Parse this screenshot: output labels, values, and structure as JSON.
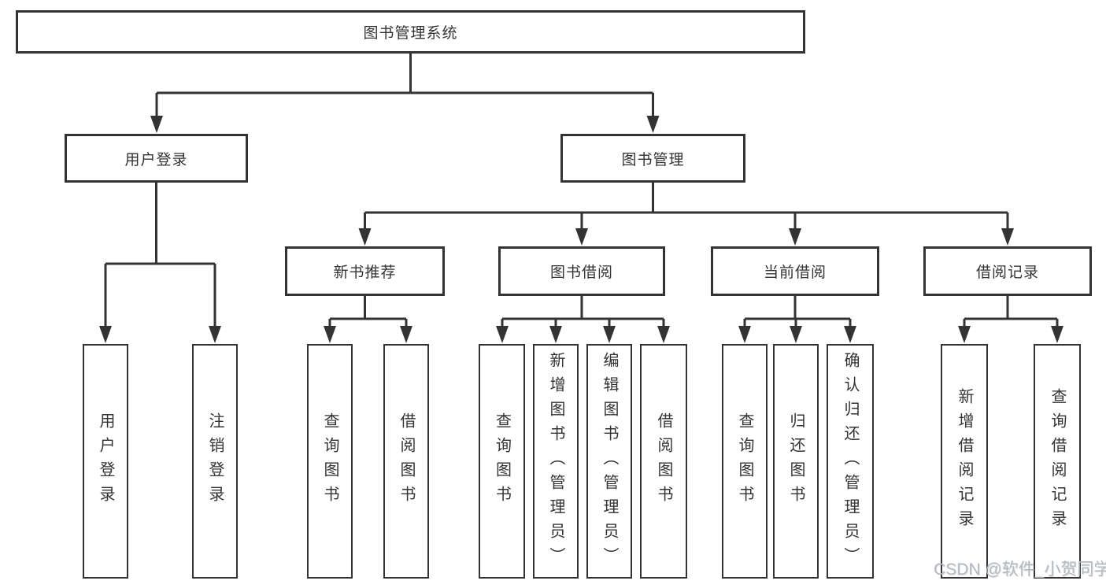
{
  "diagram": {
    "root": "图书管理系统",
    "login": {
      "label": "用户登录",
      "children": [
        "用户登录",
        "注销登录"
      ]
    },
    "management": {
      "label": "图书管理",
      "groups": [
        {
          "label": "新书推荐",
          "children": [
            "查询图书",
            "借阅图书"
          ]
        },
        {
          "label": "图书借阅",
          "children": [
            "查询图书",
            "新增图书（管理员）",
            "编辑图书（管理员）",
            "借阅图书"
          ]
        },
        {
          "label": "当前借阅",
          "children": [
            "查询图书",
            "归还图书",
            "确认归还（管理员）"
          ]
        },
        {
          "label": "借阅记录",
          "children": [
            "新增借阅记录",
            "查询借阅记录"
          ]
        }
      ]
    }
  },
  "watermark": "CSDN @软件_小贺同学",
  "colors": {
    "line": "#333333",
    "text": "#333333",
    "watermark": "#b5bac0",
    "background": "#ffffff"
  }
}
